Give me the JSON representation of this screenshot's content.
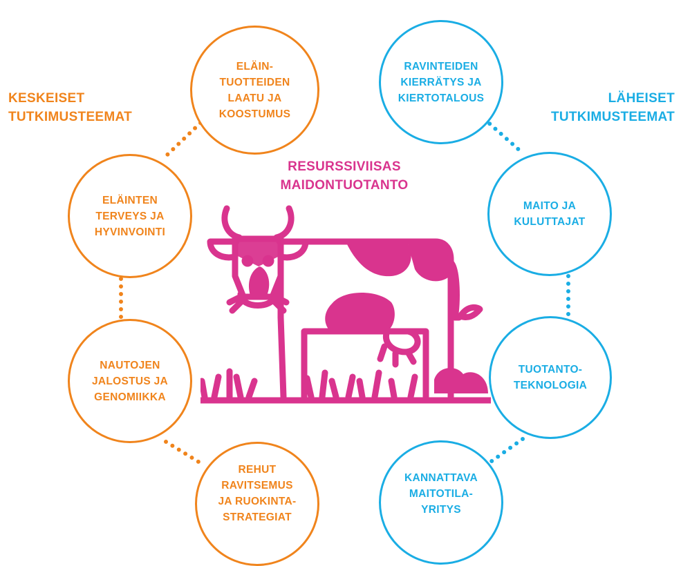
{
  "colors": {
    "core": "#f0841c",
    "related": "#1aade4",
    "center": "#d9348e"
  },
  "core_themes": {
    "title": "KESKEISET\nTUTKIMUSTEEMAT",
    "items": [
      "ELÄIN-\nTUOTTEIDEN\nLAATU JA\nKOOSTUMUS",
      "ELÄINTEN\nTERVEYS JA\nHYVINVOINTI",
      "NAUTOJEN\nJALOSTUS JA\nGENOMIIKKA",
      "REHUT\nRAVITSEMUS\nJA RUOKINTA-\nSTRATEGIAT"
    ]
  },
  "related_themes": {
    "title": "LÄHEISET\nTUTKIMUSTEEMAT",
    "items": [
      "RAVINTEIDEN\nKIERRÄTYS JA\nKIERTOTALOUS",
      "MAITO JA\nKULUTTAJAT",
      "TUOTANTO-\nTEKNOLOGIA",
      "KANNATTAVA\nMAITOTILA-\nYRITYS"
    ]
  },
  "center": {
    "title": "RESURSSIVIISAS\nMAIDONTUOTANTO",
    "illustration": "cow-icon"
  }
}
